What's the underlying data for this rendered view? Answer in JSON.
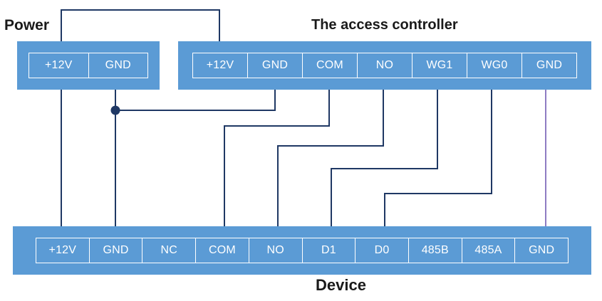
{
  "diagram": {
    "title_power": "Power",
    "title_controller": "The access controller",
    "title_device": "Device",
    "colors": {
      "block_fill": "#5b9bd5",
      "terminal_border": "#ffffff",
      "terminal_text": "#ffffff",
      "wire": "#1f3864",
      "wire_accent": "#8e7cc3",
      "junction": "#1f3864",
      "caption_text": "#1a1a1a",
      "background": "#ffffff"
    }
  },
  "power_block": {
    "label": "Power",
    "terminals": [
      {
        "label": "+12V"
      },
      {
        "label": "GND"
      }
    ]
  },
  "controller_block": {
    "label": "The access controller",
    "terminals": [
      {
        "label": "+12V"
      },
      {
        "label": "GND"
      },
      {
        "label": "COM"
      },
      {
        "label": "NO"
      },
      {
        "label": "WG1"
      },
      {
        "label": "WG0"
      },
      {
        "label": "GND"
      }
    ]
  },
  "device_block": {
    "label": "Device",
    "terminals": [
      {
        "label": "+12V"
      },
      {
        "label": "GND"
      },
      {
        "label": "NC"
      },
      {
        "label": "COM"
      },
      {
        "label": "NO"
      },
      {
        "label": "D1"
      },
      {
        "label": "D0"
      },
      {
        "label": "485B"
      },
      {
        "label": "485A"
      },
      {
        "label": "GND"
      }
    ]
  },
  "connections": [
    {
      "from": "power.+12V",
      "to": "controller.+12V",
      "note": "routed over the top"
    },
    {
      "from": "power.+12V",
      "to": "device.+12V",
      "note": "straight down"
    },
    {
      "from": "power.GND",
      "to": "device.GND",
      "note": "straight down through junction"
    },
    {
      "from": "controller.GND",
      "to": "power.GND",
      "note": "into junction dot"
    },
    {
      "from": "controller.COM",
      "to": "device.COM",
      "note": "staircase"
    },
    {
      "from": "controller.NO",
      "to": "device.NO",
      "note": "staircase"
    },
    {
      "from": "controller.WG1",
      "to": "device.D1",
      "note": "staircase"
    },
    {
      "from": "controller.WG0",
      "to": "device.D0",
      "note": "staircase"
    },
    {
      "from": "controller.GND",
      "to": "device.GND",
      "note": "straight down, right edge"
    }
  ],
  "unconnected_terminals": [
    "device.NC",
    "device.485B",
    "device.485A"
  ]
}
